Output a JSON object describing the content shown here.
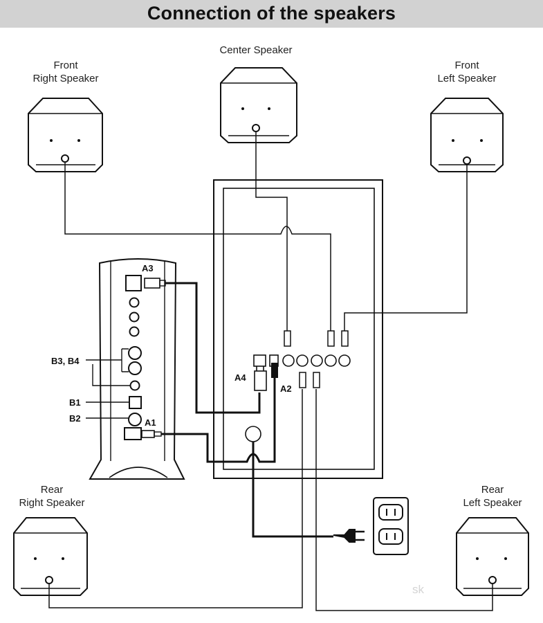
{
  "title": "Connection of the speakers",
  "speakers": {
    "center": {
      "line1": "Center Speaker"
    },
    "front_right": {
      "line1": "Front",
      "line2": "Right Speaker"
    },
    "front_left": {
      "line1": "Front",
      "line2": "Left Speaker"
    },
    "rear_right": {
      "line1": "Rear",
      "line2": "Right Speaker"
    },
    "rear_left": {
      "line1": "Rear",
      "line2": "Left Speaker"
    }
  },
  "connectors": {
    "a1": "A1",
    "a2": "A2",
    "a3": "A3",
    "a4": "A4",
    "b1": "B1",
    "b2": "B2",
    "b3b4": "B3, B4"
  },
  "watermark": "sk"
}
